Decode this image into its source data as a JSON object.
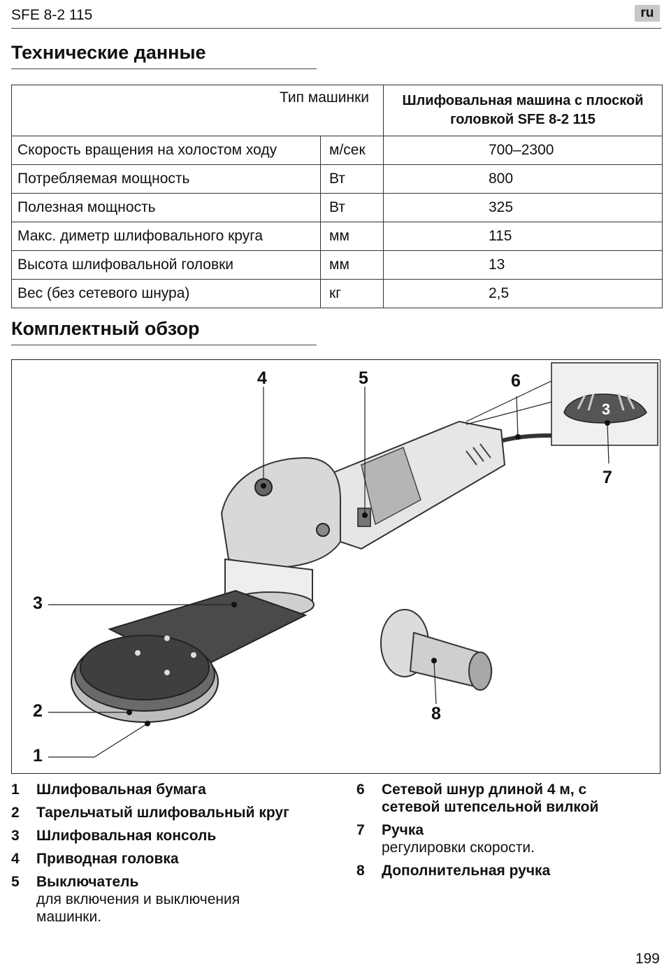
{
  "header": {
    "model": "SFE 8-2 115",
    "lang": "ru"
  },
  "tech": {
    "title": "Технические данные",
    "head_label": "Тип машинки",
    "head_model_l1": "Шлифовальная машина с плоской",
    "head_model_l2": "головкой SFE 8-2 115",
    "rows": [
      {
        "param": "Скорость вращения на холостом ходу",
        "unit": "м/сек",
        "value": "700–2300"
      },
      {
        "param": "Потребляемая мощность",
        "unit": "Вт",
        "value": "800"
      },
      {
        "param": "Полезная мощность",
        "unit": "Вт",
        "value": "325"
      },
      {
        "param": "Макс. диметр шлифовального круга",
        "unit": "мм",
        "value": "115"
      },
      {
        "param": "Высота шлифовальной головки",
        "unit": "мм",
        "value": "13"
      },
      {
        "param": "Вес (без сетевого шнура)",
        "unit": "кг",
        "value": "2,5"
      }
    ]
  },
  "overview": {
    "title": "Комплектный обзор",
    "callouts": [
      "1",
      "2",
      "3",
      "4",
      "5",
      "6",
      "7",
      "8"
    ],
    "dial_number": "3"
  },
  "legend": {
    "left": [
      {
        "num": "1",
        "title": "Шлифовальная бумага",
        "desc": ""
      },
      {
        "num": "2",
        "title": "Тарельчатый шлифовальный круг",
        "desc": ""
      },
      {
        "num": "3",
        "title": "Шлифовальная консоль",
        "desc": ""
      },
      {
        "num": "4",
        "title": "Приводная головка",
        "desc": ""
      },
      {
        "num": "5",
        "title": "Выключатель",
        "desc": "для включения и выключения машинки."
      }
    ],
    "right": [
      {
        "num": "6",
        "title": "Сетевой шнур длиной 4 м, с сетевой штепсельной вилкой",
        "desc": ""
      },
      {
        "num": "7",
        "title": "Ручка",
        "desc": "регулировки скорости."
      },
      {
        "num": "8",
        "title": "Дополнительная ручка",
        "desc": ""
      }
    ]
  },
  "page_number": "199"
}
